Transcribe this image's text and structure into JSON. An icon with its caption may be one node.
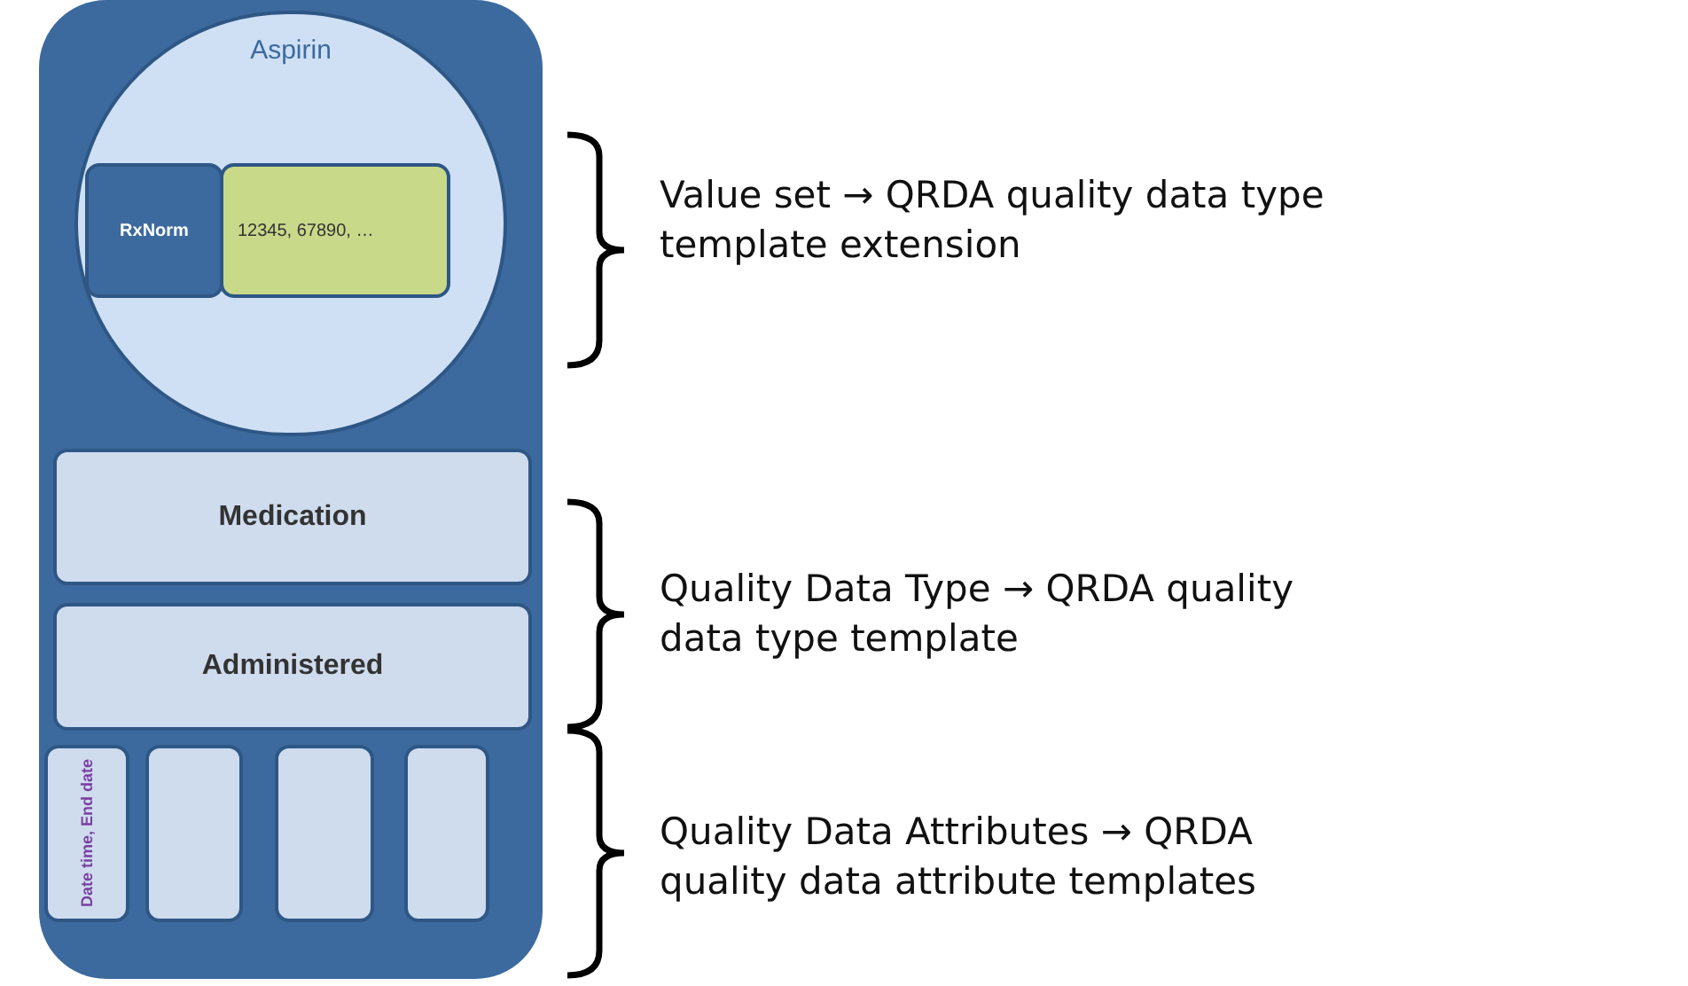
{
  "diagram": {
    "nodes": [
      {
        "text": [],
        "shape": "box"
      },
      {
        "text": [
          "Aspirin"
        ],
        "in": 0
      },
      {
        "text": [
          "RxNorm"
        ],
        "in": 1
      },
      {
        "text": [
          "12345, 67890, …"
        ],
        "in": 1
      },
      {
        "text": [
          "Medication"
        ],
        "in": 0
      },
      {
        "text": [
          "Administered"
        ],
        "in": 0
      },
      {
        "text": [
          "Date time, End date"
        ],
        "in": 0
      },
      {
        "text": [],
        "shape": "box",
        "in": 0
      },
      {
        "text": [],
        "shape": "box",
        "in": 0
      },
      {
        "text": [],
        "shape": "box",
        "in": 0
      }
    ],
    "edges": [],
    "labels": [
      "Value set → QRDA quality data type template extension",
      "Quality Data Type → QRDA quality data type template",
      "Quality Data Attributes → QRDA quality data attribute templates"
    ]
  }
}
